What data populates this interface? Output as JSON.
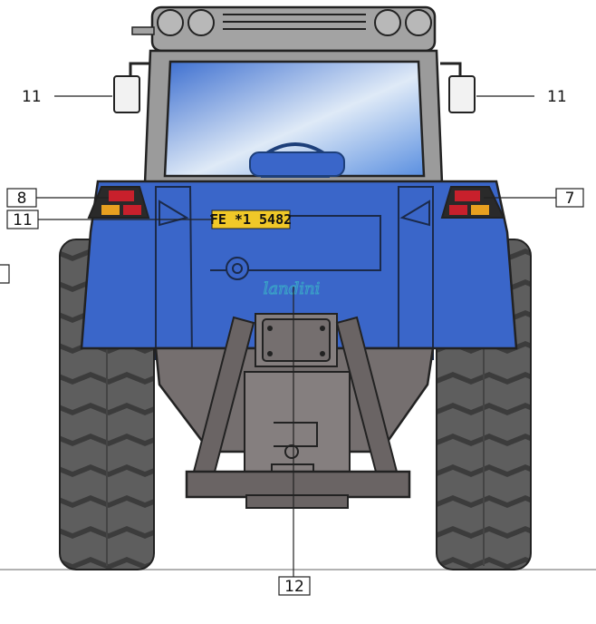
{
  "callouts": {
    "left_work_light": "11",
    "right_work_light": "11",
    "left_tail_light": "8",
    "right_tail_light": "7",
    "plate_light": "11",
    "hitch": "12"
  },
  "plate": {
    "text": "FE *1 5482"
  },
  "brand": {
    "text": "landini"
  },
  "colors": {
    "body_blue": "#3a66c9",
    "cab_gray": "#9b9b9b",
    "chassis_gray": "#756f6f",
    "tire_gray": "#5a5a5a",
    "glass_blue": "#5a8fe0",
    "tail_red": "#c8202c",
    "tail_amber": "#e8a020",
    "plate_yellow": "#f0c828",
    "brand_cyan": "#3aa0c8"
  }
}
